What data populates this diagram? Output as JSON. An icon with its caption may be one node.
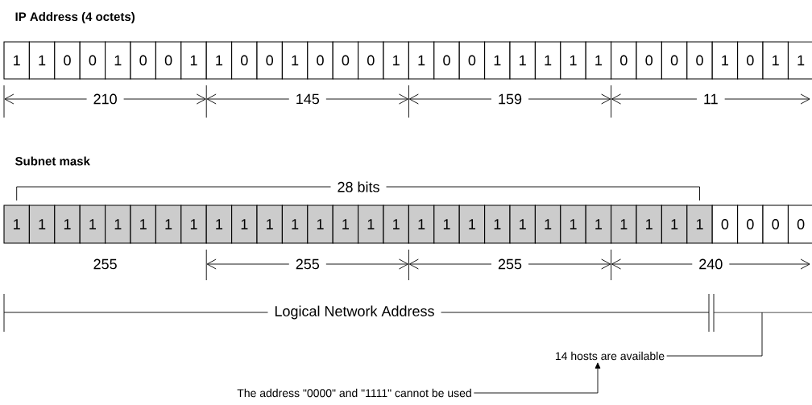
{
  "diagram": {
    "nodes": [
      {
        "text": [
          "1"
        ]
      },
      {
        "text": [
          "1"
        ]
      },
      {
        "text": [
          "0"
        ]
      },
      {
        "text": [
          "0"
        ]
      },
      {
        "text": [
          "1"
        ]
      },
      {
        "text": [
          "0"
        ]
      },
      {
        "text": [
          "0"
        ]
      },
      {
        "text": [
          "1"
        ]
      },
      {
        "text": [
          "1"
        ]
      },
      {
        "text": [
          "0"
        ]
      },
      {
        "text": [
          "0"
        ]
      },
      {
        "text": [
          "1"
        ]
      },
      {
        "text": [
          "0"
        ]
      },
      {
        "text": [
          "0"
        ]
      },
      {
        "text": [
          "0"
        ]
      },
      {
        "text": [
          "1"
        ]
      },
      {
        "text": [
          "1"
        ]
      },
      {
        "text": [
          "0"
        ]
      },
      {
        "text": [
          "0"
        ]
      },
      {
        "text": [
          "1"
        ]
      },
      {
        "text": [
          "1"
        ]
      },
      {
        "text": [
          "1"
        ]
      },
      {
        "text": [
          "1"
        ]
      },
      {
        "text": [
          "1"
        ]
      },
      {
        "text": [
          "0"
        ]
      },
      {
        "text": [
          "0"
        ]
      },
      {
        "text": [
          "0"
        ]
      },
      {
        "text": [
          "0"
        ]
      },
      {
        "text": [
          "1"
        ]
      },
      {
        "text": [
          "0"
        ]
      },
      {
        "text": [
          "1"
        ]
      },
      {
        "text": [
          "1"
        ]
      },
      {
        "text": [
          "1"
        ]
      },
      {
        "text": [
          "1"
        ]
      },
      {
        "text": [
          "1"
        ]
      },
      {
        "text": [
          "1"
        ]
      },
      {
        "text": [
          "1"
        ]
      },
      {
        "text": [
          "1"
        ]
      },
      {
        "text": [
          "1"
        ]
      },
      {
        "text": [
          "1"
        ]
      },
      {
        "text": [
          "1"
        ]
      },
      {
        "text": [
          "1"
        ]
      },
      {
        "text": [
          "1"
        ]
      },
      {
        "text": [
          "1"
        ]
      },
      {
        "text": [
          "1"
        ]
      },
      {
        "text": [
          "1"
        ]
      },
      {
        "text": [
          "1"
        ]
      },
      {
        "text": [
          "1"
        ]
      },
      {
        "text": [
          "1"
        ]
      },
      {
        "text": [
          "1"
        ]
      },
      {
        "text": [
          "1"
        ]
      },
      {
        "text": [
          "1"
        ]
      },
      {
        "text": [
          "1"
        ]
      },
      {
        "text": [
          "1"
        ]
      },
      {
        "text": [
          "1"
        ]
      },
      {
        "text": [
          "1"
        ]
      },
      {
        "text": [
          "1"
        ]
      },
      {
        "text": [
          "1"
        ]
      },
      {
        "text": [
          "1"
        ]
      },
      {
        "text": [
          "1"
        ]
      },
      {
        "text": [
          "0"
        ]
      },
      {
        "text": [
          "0"
        ]
      },
      {
        "text": [
          "0"
        ]
      },
      {
        "text": [
          "0"
        ]
      },
      {
        "text": [
          "14 hosts are available"
        ]
      },
      {
        "text": [
          "The address \"0000\" and \"1111\" cannot be used"
        ]
      }
    ],
    "edges": [
      {
        "from": 65,
        "to": 64,
        "arrow": "to"
      },
      {
        "from": 64,
        "to": null,
        "arrow": "none"
      }
    ],
    "labels": [
      "IP Address (4 octets)",
      "210",
      "145",
      "159",
      "11",
      "Subnet mask",
      "28 bits",
      "255",
      "255",
      "255",
      "240",
      "Logical Network Address"
    ]
  }
}
